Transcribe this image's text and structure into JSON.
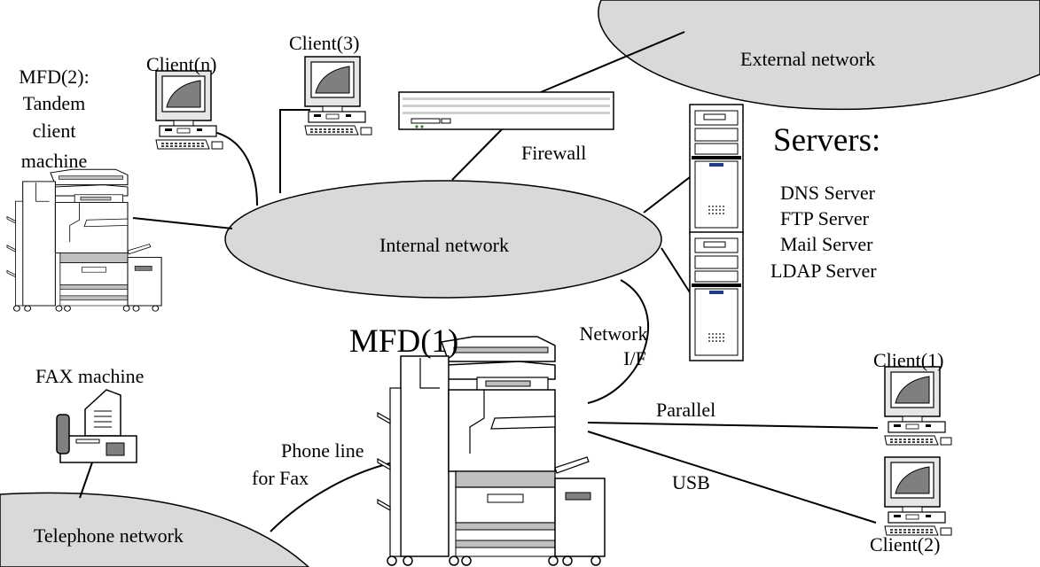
{
  "nodes": {
    "external_network": "External network",
    "firewall": "Firewall",
    "servers_heading": "Servers:",
    "servers": [
      "DNS Server",
      "FTP Server",
      "Mail Server",
      "LDAP Server"
    ],
    "internal_network": "Internal network",
    "client_n": "Client(n)",
    "client_3": "Client(3)",
    "mfd2_lines": [
      "MFD(2):",
      "Tandem",
      "client",
      "machine"
    ],
    "mfd1": "MFD(1)",
    "network_if_lines": [
      "Network",
      "I/F"
    ],
    "fax_machine": "FAX machine",
    "phone_line_lines": [
      "Phone line",
      "for Fax"
    ],
    "telephone_network": "Telephone network",
    "parallel": "Parallel",
    "usb": "USB",
    "client_1": "Client(1)",
    "client_2": "Client(2)"
  },
  "colors": {
    "network_fill": "#d9d9d9",
    "device_fill": "#ffffff",
    "shade": "#bfbfbf",
    "screen": "#7f7f7f",
    "line": "#000000"
  }
}
